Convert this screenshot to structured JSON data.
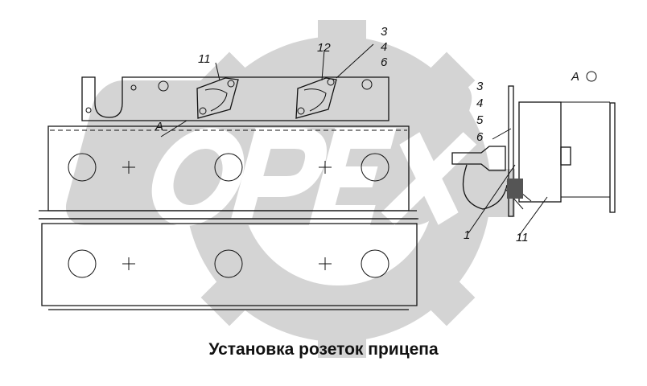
{
  "title": "Установка розеток прицепа",
  "watermark": "OPEX",
  "labels": {
    "top_view": {
      "part_11": "11",
      "part_12": "12",
      "part_3": "3",
      "part_4": "4",
      "part_6": "6",
      "view_a": "A"
    },
    "side_view": {
      "part_3": "3",
      "part_4": "4",
      "part_5": "5",
      "part_6": "6",
      "part_1": "1",
      "part_11": "11",
      "view_a": "A"
    }
  }
}
